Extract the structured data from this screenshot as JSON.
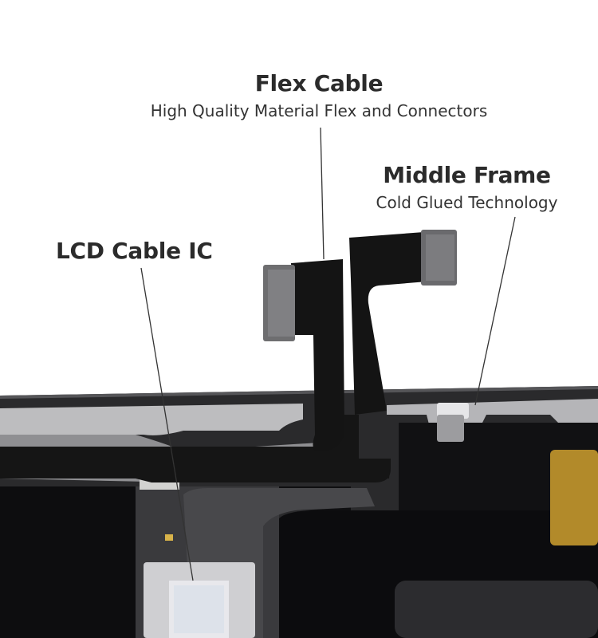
{
  "callouts": {
    "flex_cable": {
      "title": "Flex Cable",
      "subtitle": "High Quality Material Flex and Connectors"
    },
    "middle_frame": {
      "title": "Middle Frame",
      "subtitle": "Cold Glued Technology"
    },
    "lcd_cable_ic": {
      "title": "LCD Cable IC"
    }
  },
  "colors": {
    "background": "#ffffff",
    "frame_dark": "#2a2a2c",
    "frame_metal": "#bdbdbf",
    "flex_black": "#151515",
    "connector_gray": "#707072",
    "battery_gold": "#b28a2a",
    "text": "#2b2b2b"
  }
}
